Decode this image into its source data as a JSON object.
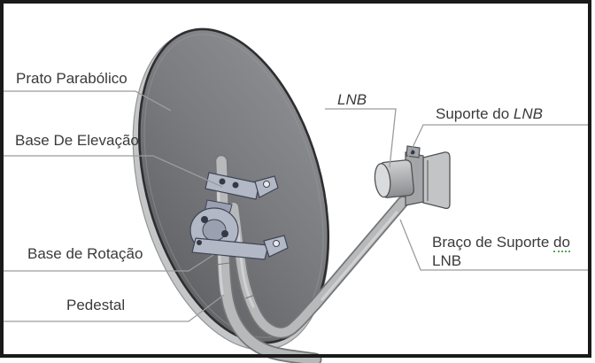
{
  "figure": {
    "type": "technical-diagram",
    "subject": "offset satellite dish antenna with labeled parts",
    "language": "pt-BR"
  },
  "labels": {
    "prato_parabolico": "Prato Parabólico",
    "base_de_elevacao": "Base De Elevação",
    "base_de_rotacao": "Base de Rotação",
    "pedestal": "Pedestal",
    "lnb": "LNB",
    "suporte_prefix": "Suporte do ",
    "suporte_italic": "LNB",
    "braco_line1a": "Braço de Suporte ",
    "braco_line1b": "do",
    "braco_line2": "LNB"
  },
  "colors": {
    "background": "#ffffff",
    "frame": "#1a1a1a",
    "text": "#3a3a3a",
    "leader": "#9c9c9c",
    "dish_dark": "#5e5f62",
    "dish_mid": "#7b7c7f",
    "dish_light": "#8f9093",
    "dish_stroke": "#2e2e30",
    "rim_fill": "#c5c6c8",
    "rim_stroke": "#939496",
    "tube_outline": "#747678",
    "tube_body": "#b7b9bb",
    "tube_sheen": "#d9dadc",
    "bracket_fill": "#b3b8c6",
    "bracket_dark": "#3f4554",
    "bracket_mid": "#9aa0af",
    "bolt": "#343947",
    "lnb_light": "#d0d1d3",
    "lnb_dark": "#8b8d90",
    "part_stroke": "#4f5153",
    "misspell_underline": "#55a855"
  }
}
